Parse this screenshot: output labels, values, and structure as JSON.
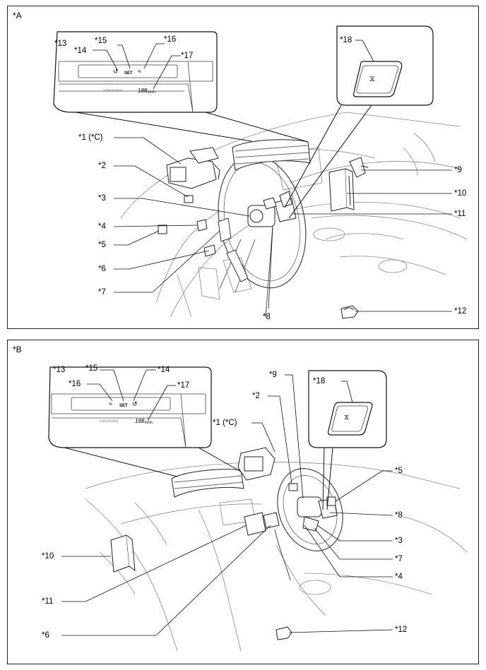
{
  "panel_a": {
    "tag": "*A",
    "labels": {
      "c1": "*1 (*C)",
      "c2": "*2",
      "c3": "*3",
      "c4": "*4",
      "c5": "*5",
      "c6": "*6",
      "c7": "*7",
      "c8": "*8",
      "c9": "*9",
      "c10": "*10",
      "c11": "*11",
      "c12": "*12",
      "c13": "*13",
      "c14": "*14",
      "c15": "*15",
      "c16": "*16",
      "c17": "*17",
      "c18": "*18"
    },
    "display": {
      "set": "SET",
      "speed": "188",
      "unit": "km/h"
    }
  },
  "panel_b": {
    "tag": "*B",
    "labels": {
      "c1": "*1 (*C)",
      "c2": "*2",
      "c3": "*3",
      "c4": "*4",
      "c5": "*5",
      "c6": "*6",
      "c7": "*7",
      "c8": "*8",
      "c9": "*9",
      "c10": "*10",
      "c11": "*11",
      "c12": "*12",
      "c13": "*13",
      "c14": "*14",
      "c15": "*15",
      "c16": "*16",
      "c17": "*17",
      "c18": "*18"
    },
    "display": {
      "set": "SET",
      "speed": "188",
      "unit": "km/h"
    }
  },
  "icons": [
    "cruise-indicator-icon",
    "radar-cruise-icon",
    "distance-switch-icon"
  ]
}
